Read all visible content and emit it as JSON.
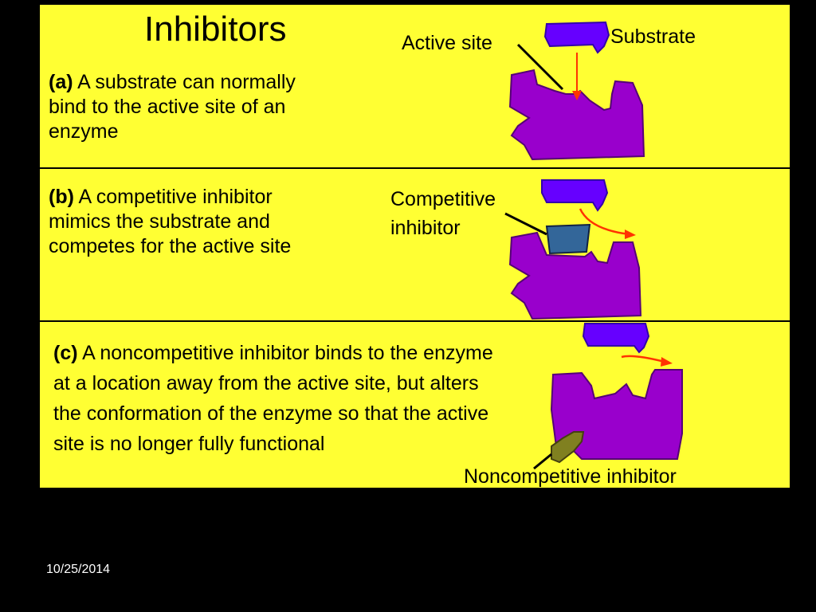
{
  "slide": {
    "title": "Inhibitors",
    "date": "10/25/2014"
  },
  "panels": {
    "a": {
      "marker": "(a)",
      "text": "A substrate can normally bind to the active site of an enzyme",
      "labels": {
        "active_site": "Active site",
        "substrate": "Substrate"
      }
    },
    "b": {
      "marker": "(b)",
      "text": "A competitive inhibitor mimics the substrate and competes for the active site",
      "labels": {
        "competitive_inhibitor_line1": "Competitive",
        "competitive_inhibitor_line2": "inhibitor"
      }
    },
    "c": {
      "marker": "(c)",
      "text": "A noncompetitive inhibitor binds to the enzyme at a location away from the active site, but alters the conformation of the enzyme so that the active site is no longer fully functional",
      "labels": {
        "noncompetitive_inhibitor": "Noncompetitive inhibitor"
      }
    }
  },
  "colors": {
    "background": "#000000",
    "panel": "#ffff33",
    "enzyme": "#9900cc",
    "substrate": "#6600ff",
    "competitive_inhibitor": "#336699",
    "noncompetitive_inhibitor": "#808020",
    "arrow": "#ff3300"
  }
}
